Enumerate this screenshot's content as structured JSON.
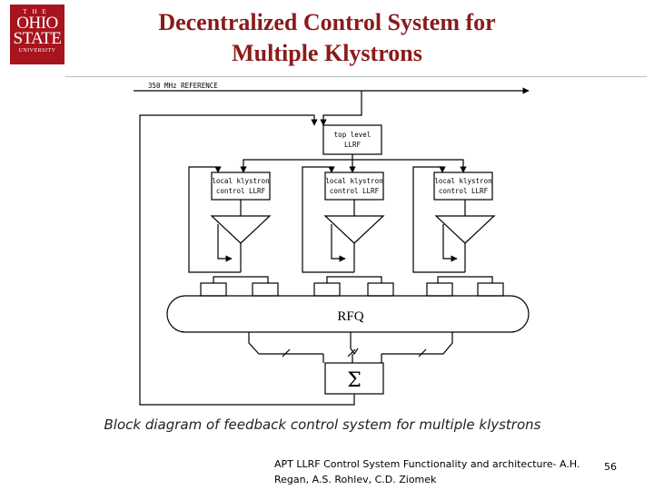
{
  "logo": {
    "line1": "THE",
    "line2": "OHIO",
    "line3": "STATE",
    "line4": "UNIVERSITY"
  },
  "title": {
    "line1": "Decentralized Control System for",
    "line2": "Multiple Klystrons"
  },
  "diagram": {
    "reference_label": "350 MHz REFERENCE",
    "top_block": {
      "line1": "top level",
      "line2": "LLRF"
    },
    "local_blocks": [
      {
        "line1": "local klystron",
        "line2": "control LLRF"
      },
      {
        "line1": "local klystron",
        "line2": "control LLRF"
      },
      {
        "line1": "local klystron",
        "line2": "control LLRF"
      }
    ],
    "rfq_label": "RFQ",
    "sum_symbol": "Σ"
  },
  "caption": "Block diagram of feedback control system for multiple klystrons",
  "footer": {
    "line1": "APT LLRF Control System Functionality and architecture- A.H.",
    "line2": "Regan, A.S. Rohlev, C.D. Ziomek"
  },
  "page_number": "56"
}
